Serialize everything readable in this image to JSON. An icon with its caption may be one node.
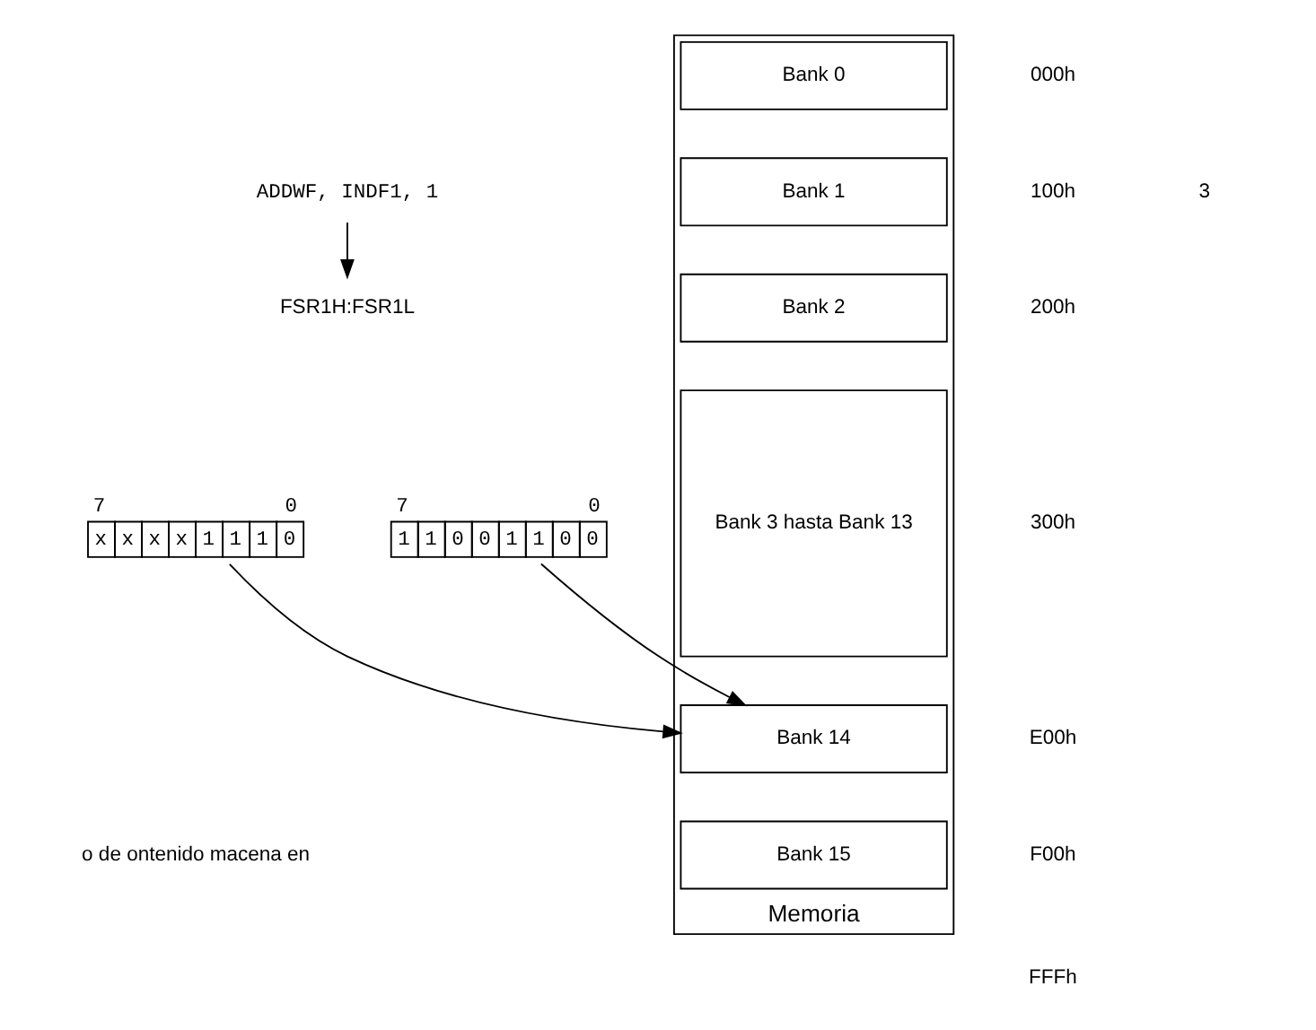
{
  "diagram": {
    "nodes": [
      {
        "text": [
          "ADDWF, INDF1, 1"
        ]
      },
      {
        "text": [
          "FSR1H:FSR1L"
        ]
      },
      {
        "text": [
          "x",
          "x",
          "x",
          "x",
          "1",
          "1",
          "1",
          "0"
        ],
        "beside": [
          "7",
          "0"
        ]
      },
      {
        "text": [
          "1",
          "1",
          "0",
          "0",
          "1",
          "1",
          "0",
          "0"
        ],
        "beside": [
          "7",
          "0"
        ]
      },
      {
        "text": [
          "Memoria"
        ]
      },
      {
        "text": [
          "Bank 0"
        ],
        "in": 4
      },
      {
        "text": [
          "Bank 1"
        ],
        "in": 4
      },
      {
        "text": [
          "Bank 2"
        ],
        "in": 4
      },
      {
        "text": [
          "Bank 3 hasta Bank 13"
        ],
        "in": 4
      },
      {
        "text": [
          "Bank 14"
        ],
        "in": 4
      },
      {
        "text": [
          "Bank 15"
        ],
        "in": 4
      }
    ],
    "edges": [
      {
        "from": 0,
        "to": 1,
        "arrow": "to"
      },
      {
        "from": 2,
        "to": 9,
        "arrow": "to"
      },
      {
        "from": 3,
        "to": 9,
        "arrow": "to"
      }
    ],
    "labels": [
      "3",
      "000h",
      "100h",
      "200h",
      "300h",
      "E00h",
      "F00h",
      "FFFh",
      "o de ontenido macena en"
    ]
  }
}
